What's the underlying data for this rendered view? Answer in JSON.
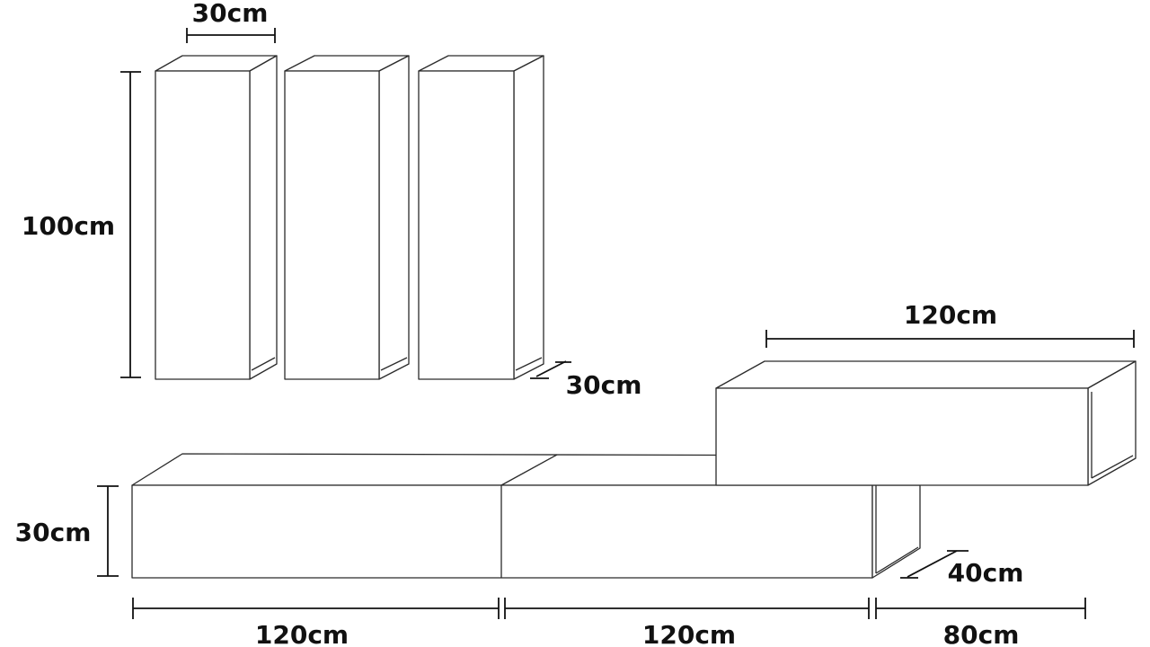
{
  "dimensions": {
    "cabinet_width": "30cm",
    "cabinet_height": "100cm",
    "cabinet_depth": "30cm",
    "upper_unit_width": "120cm",
    "base_height": "30cm",
    "base_depth": "40cm",
    "base_width_1": "120cm",
    "base_width_2": "120cm",
    "base_width_3": "80cm"
  },
  "colors": {
    "line": "#2b2b2b",
    "text": "#111111",
    "background": "#ffffff"
  }
}
